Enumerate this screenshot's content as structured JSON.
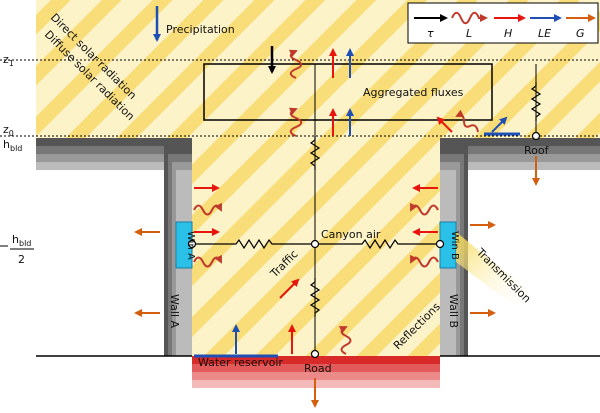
{
  "labels": {
    "precipitation": "Precipitation",
    "direct_solar": "Direct solar radiation",
    "diffuse_solar": "Diffuse solar radiation",
    "aggregated_fluxes": "Aggregated fluxes",
    "canyon_air": "Canyon air",
    "traffic": "Traffic",
    "transmission": "Transmission",
    "reflections": "Reflections",
    "roof": "Roof",
    "road": "Road",
    "water_reservoir": "Water reservoir",
    "win_a": "Win A",
    "win_b": "Win B",
    "wall_a": "Wall A",
    "wall_b": "Wall B",
    "z1": "z",
    "z1_sub": "1",
    "z0": "z",
    "z0_sub": "0",
    "hbld": "h",
    "hbld_sub": "bld",
    "half_h": "h",
    "half_h_sub": "bld",
    "half_den": "2"
  },
  "legend": {
    "tau": "τ",
    "L": "L",
    "H": "H",
    "LE": "LE",
    "G": "G"
  },
  "colors": {
    "tau": "#000000",
    "L": "#c0392b",
    "H": "#e8150e",
    "LE": "#1f4fb4",
    "G": "#d35f0f",
    "air": "#fdf3c9",
    "stripe": "#f9dd78",
    "window": "#2bc0e8",
    "road": "#d92a2a"
  }
}
